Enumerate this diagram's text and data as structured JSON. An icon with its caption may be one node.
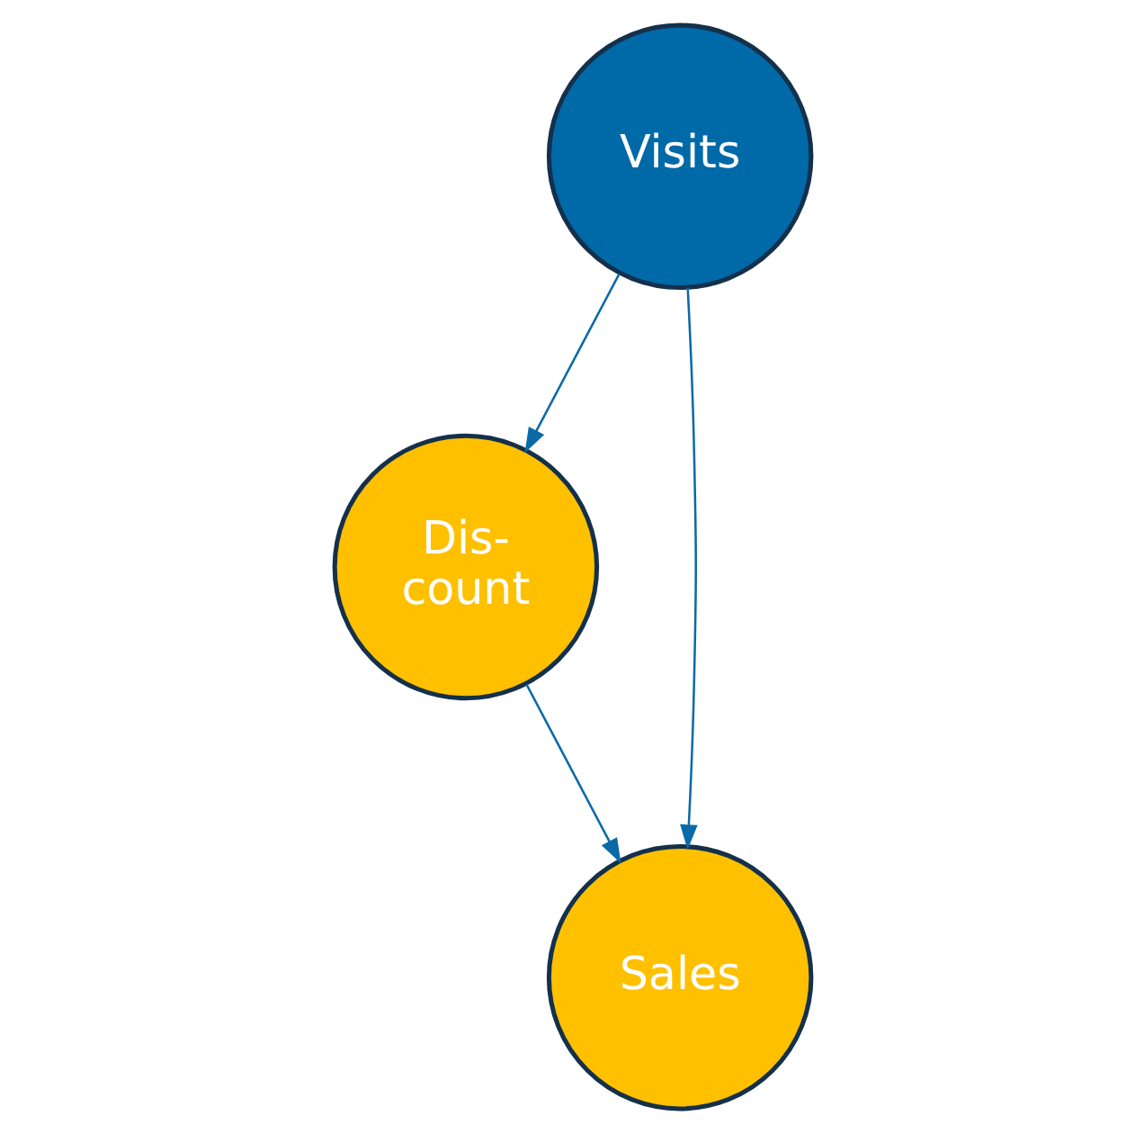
{
  "diagram": {
    "nodes": [
      {
        "text": [
          "Visits"
        ]
      },
      {
        "text": [
          "Dis- count"
        ]
      },
      {
        "text": [
          "Sales"
        ]
      }
    ],
    "edges": [
      {
        "from": 0,
        "to": 2,
        "arrow": "to"
      },
      {
        "from": 0,
        "to": 1,
        "arrow": "to"
      },
      {
        "from": 1,
        "to": 2,
        "arrow": "to"
      }
    ]
  }
}
